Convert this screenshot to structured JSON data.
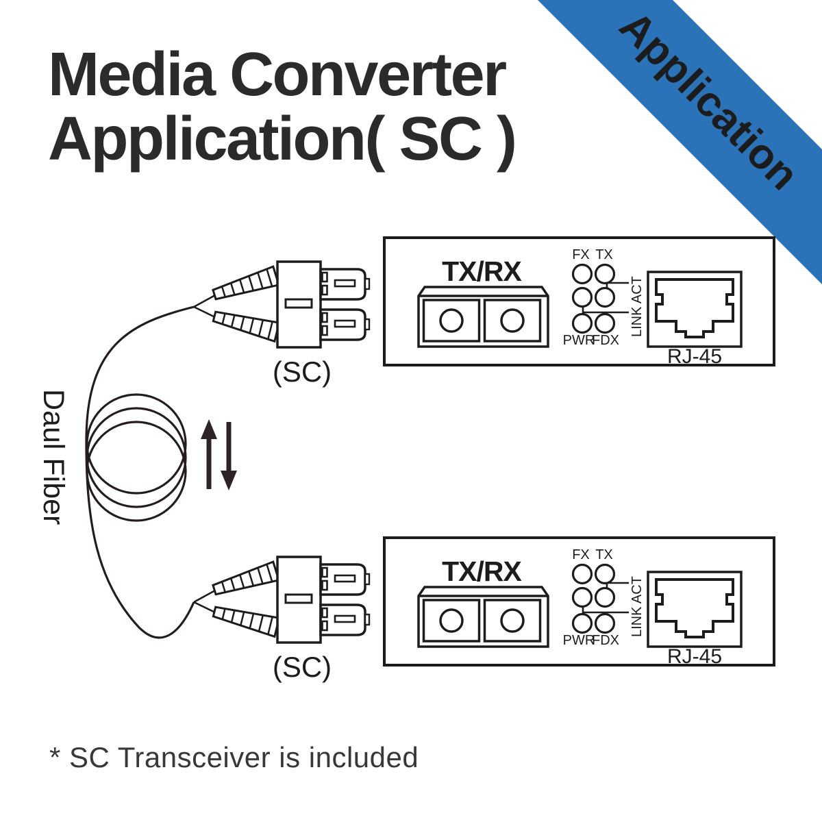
{
  "title": {
    "line1": "Media Converter",
    "line2": "Application( SC )"
  },
  "ribbon": {
    "label": "Application",
    "color": "#2B73B8"
  },
  "fiber": {
    "label": "Daul Fiber"
  },
  "sc": {
    "top_label": "(SC)",
    "bottom_label": "(SC)"
  },
  "converters": {
    "top": {
      "port_label": "TX/RX",
      "led_fx": "FX",
      "led_tx": "TX",
      "led_pwr": "PWR",
      "led_fdx": "FDX",
      "link_act": "LINK ACT",
      "rj45": "RJ-45"
    },
    "bottom": {
      "port_label": "TX/RX",
      "led_fx": "FX",
      "led_tx": "TX",
      "led_pwr": "PWR",
      "led_fdx": "FDX",
      "link_act": "LINK ACT",
      "rj45": "RJ-45"
    }
  },
  "footnote": "* SC Transceiver is included",
  "colors": {
    "ink": "#1c1c1c",
    "ribbon_blue": "#2B73B8"
  }
}
